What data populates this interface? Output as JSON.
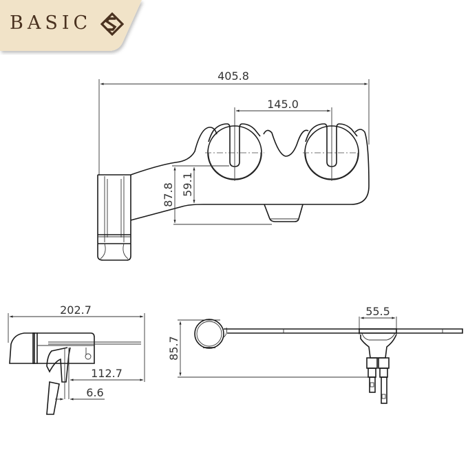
{
  "brand": {
    "name": "BASIC",
    "logo_icon": "s-diamond-logo-icon",
    "banner_color": "#f1e3c8",
    "text_color": "#4a3220"
  },
  "top_view": {
    "dimensions": {
      "overall_width": "405.8",
      "nozzle_spacing": "145.0",
      "height_outer": "87.8",
      "height_inner": "59.1"
    }
  },
  "side_view": {
    "dimensions": {
      "overall_length": "202.7",
      "offset_length": "112.7",
      "gap": "6.6"
    }
  },
  "front_view": {
    "dimensions": {
      "height": "85.7",
      "valve_width": "55.5"
    }
  }
}
